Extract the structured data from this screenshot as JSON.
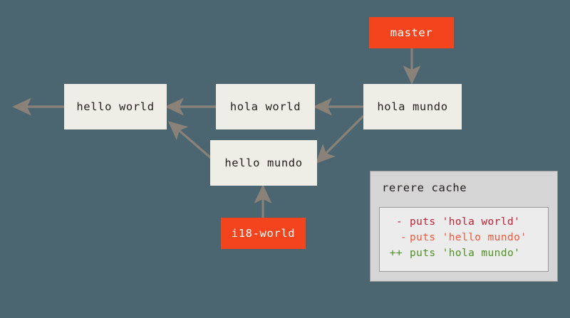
{
  "canvas": {
    "background_color": "#4b6670",
    "arrow_color": "#8a8279",
    "node_fill_color": "#efeee6",
    "node_text_color": "#231f1c",
    "ref_fill_color": "#f4441e",
    "ref_text_color": "#ffffff"
  },
  "commits": [
    {
      "id": "hello-world",
      "label": "hello world"
    },
    {
      "id": "hola-world",
      "label": "hola world"
    },
    {
      "id": "hola-mundo",
      "label": "hola mundo"
    },
    {
      "id": "hello-mundo",
      "label": "hello mundo"
    }
  ],
  "refs": [
    {
      "id": "master",
      "label": "master",
      "points_to": "hola mundo"
    },
    {
      "id": "i18-world",
      "label": "i18-world",
      "points_to": "hello mundo"
    }
  ],
  "edges": [
    {
      "from": "hello world",
      "to": "parent (offscreen)"
    },
    {
      "from": "hola world",
      "to": "hello world"
    },
    {
      "from": "hola mundo",
      "to": "hola world"
    },
    {
      "from": "hola mundo",
      "to": "hello mundo"
    },
    {
      "from": "hello mundo",
      "to": "hello world"
    },
    {
      "from": "master",
      "to": "hola mundo"
    },
    {
      "from": "i18-world",
      "to": "hello mundo"
    }
  ],
  "rerere": {
    "title": "rerere cache",
    "diff_lines": [
      {
        "marker": "-",
        "text": "puts 'hola world'",
        "color": "#c32032",
        "kind": "removed-ours"
      },
      {
        "marker": "-",
        "text": "puts 'hello mundo'",
        "color": "#f4573a",
        "kind": "removed-theirs"
      },
      {
        "marker": "++",
        "text": "puts 'hola mundo'",
        "color": "#4f9024",
        "kind": "added-merged"
      }
    ]
  }
}
